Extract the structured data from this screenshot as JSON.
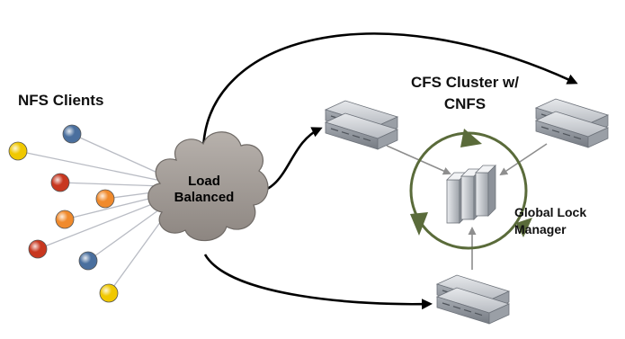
{
  "clients": {
    "title": "NFS Clients",
    "nodes": [
      {
        "color": "#4a6f9e"
      },
      {
        "color": "#f0c800"
      },
      {
        "color": "#c8371f"
      },
      {
        "color": "#f08a2c"
      },
      {
        "color": "#f08a2c"
      },
      {
        "color": "#c8371f"
      },
      {
        "color": "#4a6f9e"
      },
      {
        "color": "#f0c800"
      }
    ]
  },
  "load_balancer": {
    "line1": "Load",
    "line2": "Balanced"
  },
  "cluster": {
    "line1": "CFS Cluster w/",
    "line2": "CNFS"
  },
  "lock_manager": {
    "line1": "Global Lock",
    "line2": "Manager"
  },
  "colors": {
    "cloud": "#a39c97",
    "ring": "#5a6b3a",
    "server": "#c9ccd1",
    "server_dark": "#7d8289"
  }
}
